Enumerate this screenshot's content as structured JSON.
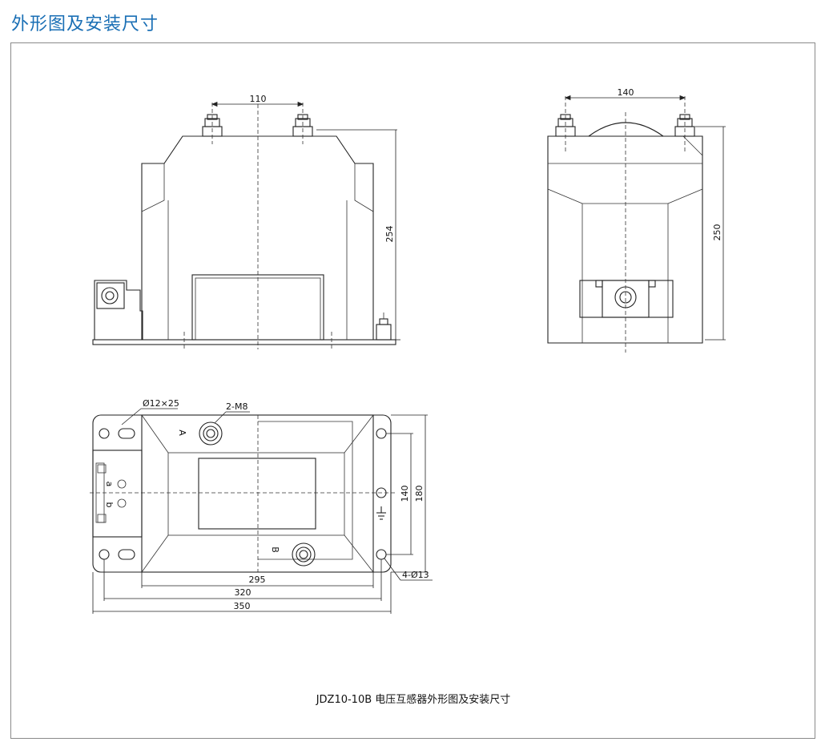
{
  "page": {
    "heading": "外形图及安装尺寸",
    "caption": "JDZ10-10B 电压互感器外形图及安装尺寸"
  },
  "front_view": {
    "dim_terminal_spacing": "110",
    "dim_height": "254"
  },
  "side_view": {
    "dim_terminal_spacing": "140",
    "dim_height": "250"
  },
  "plan_view": {
    "slot_label": "Ø12×25",
    "terminal_label": "2-M8",
    "terminal_a": "A",
    "terminal_b": "B",
    "secondary_a": "a",
    "secondary_b": "b",
    "dim_mount_width": "140",
    "dim_base_width": "180",
    "dim_body_length": "295",
    "dim_mount_length": "320",
    "dim_base_length": "350",
    "hole_label": "4-Ø13"
  },
  "colors": {
    "heading": "#1a6fb5",
    "body_fill": "#c9c9c9",
    "line": "#222222"
  }
}
